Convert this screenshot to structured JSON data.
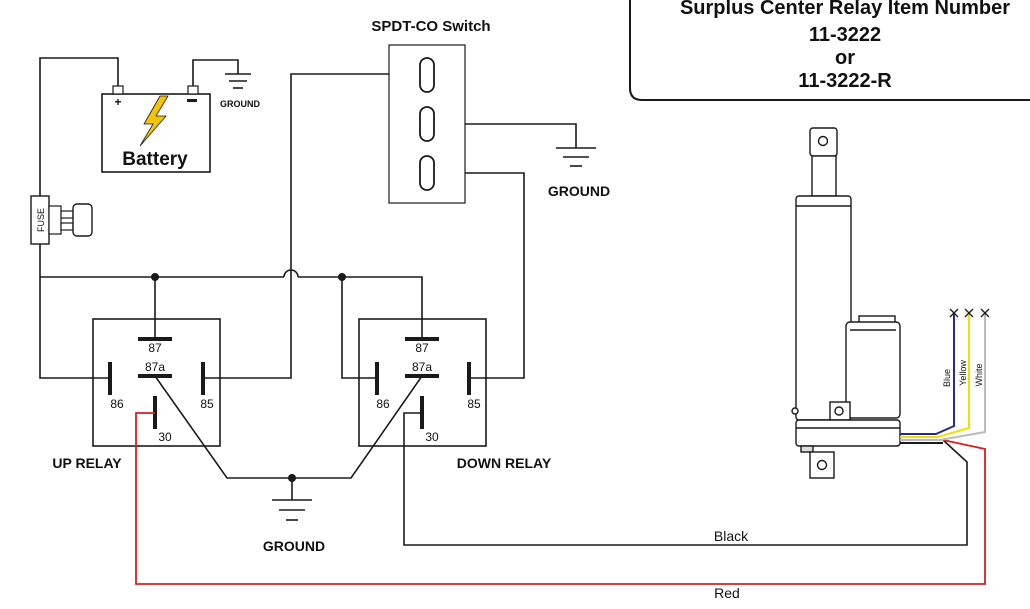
{
  "title_box": {
    "line1": "Surplus Center Relay Item Number",
    "line2": "11-3222",
    "line3": "or",
    "line4": "11-3222-R"
  },
  "battery": {
    "label": "Battery",
    "ground_label": "GROUND"
  },
  "fuse": {
    "label": "FUSE"
  },
  "switch": {
    "title": "SPDT-CO Switch",
    "ground_label": "GROUND"
  },
  "up_relay": {
    "name": "UP RELAY",
    "pins": {
      "p87": "87",
      "p87a": "87a",
      "p86": "86",
      "p85": "85",
      "p30": "30"
    }
  },
  "down_relay": {
    "name": "DOWN RELAY",
    "pins": {
      "p87": "87",
      "p87a": "87a",
      "p86": "86",
      "p85": "85",
      "p30": "30"
    }
  },
  "relay_ground_label": "GROUND",
  "actuator": {
    "wire_blue": "Blue",
    "wire_yellow": "Yellow",
    "wire_white": "White"
  },
  "wires": {
    "black": "Black",
    "red": "Red"
  },
  "colors": {
    "line": "#1a1a1a",
    "red_wire": "#d42020",
    "blue_wire": "#2a2a8a",
    "yellow_wire": "#f0e000",
    "white_wire": "#bbbbbb",
    "bolt": "#f5c400"
  }
}
